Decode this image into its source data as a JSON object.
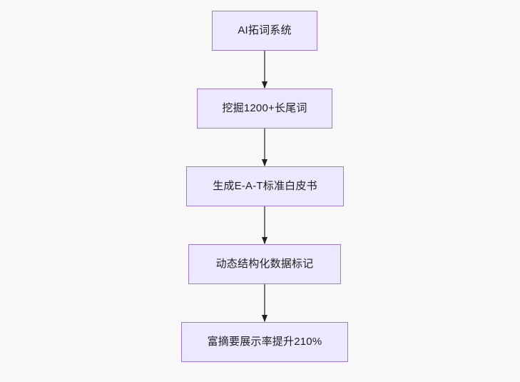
{
  "diagram": {
    "type": "flowchart",
    "direction": "top-to-bottom",
    "background_color": "#f8f8f8",
    "node_fill_color": "#ece8fd",
    "node_border_color": "#9b79d4",
    "node_text_color": "#1f1f1f",
    "connector_color": "#777777",
    "arrowhead_color": "#1f1f1f",
    "nodes": [
      {
        "id": "n0",
        "label": "AI拓词系统"
      },
      {
        "id": "n1",
        "label": "挖掘1200+长尾词"
      },
      {
        "id": "n2",
        "label": "生成E-A-T标准白皮书"
      },
      {
        "id": "n3",
        "label": "动态结构化数据标记"
      },
      {
        "id": "n4",
        "label": "富摘要展示率提升210%"
      }
    ],
    "edges": [
      {
        "from": "n0",
        "to": "n1"
      },
      {
        "from": "n1",
        "to": "n2"
      },
      {
        "from": "n2",
        "to": "n3"
      },
      {
        "from": "n3",
        "to": "n4"
      }
    ]
  }
}
